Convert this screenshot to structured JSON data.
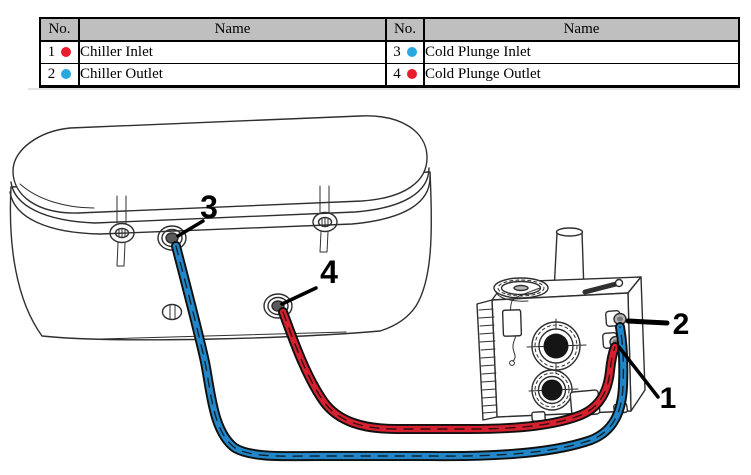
{
  "table": {
    "header": {
      "no": "No.",
      "name": "Name"
    },
    "rows": [
      {
        "left": {
          "no": "1",
          "dot": "red",
          "name": "Chiller Inlet"
        },
        "right": {
          "no": "3",
          "dot": "blue",
          "name": "Cold Plunge Inlet"
        }
      },
      {
        "left": {
          "no": "2",
          "dot": "blue",
          "name": "Chiller Outlet"
        },
        "right": {
          "no": "4",
          "dot": "red",
          "name": "Cold Plunge Outlet"
        }
      }
    ]
  },
  "diagram": {
    "callouts": [
      {
        "number": "1",
        "points_to": "chiller-inlet-port"
      },
      {
        "number": "2",
        "points_to": "chiller-outlet-port"
      },
      {
        "number": "3",
        "points_to": "cold-plunge-inlet-port"
      },
      {
        "number": "4",
        "points_to": "cold-plunge-outlet-port"
      }
    ]
  },
  "colors": {
    "dot_red": "#e81c2e",
    "dot_blue": "#29a8e0",
    "hose_red": "#d6202f",
    "hose_blue": "#2287c8",
    "table_header_bg": "#bfbfbf",
    "ink": "#2f2f2f"
  }
}
